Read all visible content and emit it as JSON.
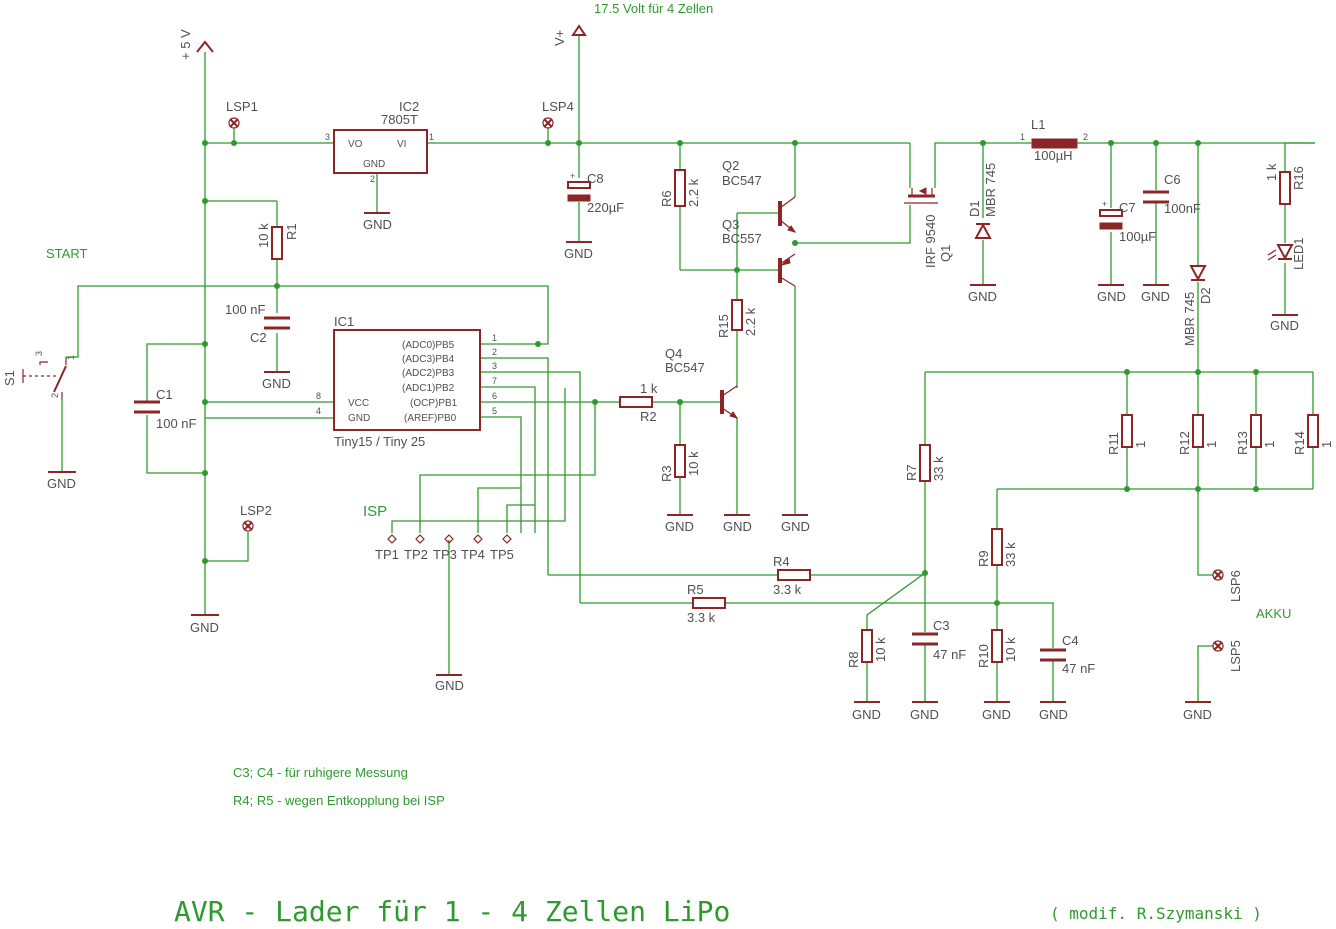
{
  "title": "AVR - Lader für 1 - 4 Zellen LiPo",
  "signature": "( modif. R.Szymanski )",
  "header_note": "17.5 Volt     für 4 Zellen",
  "notes": [
    "C3; C4  -  für ruhigere Messung",
    "R4; R5   -   wegen Entkopplung bei ISP"
  ],
  "section_labels": {
    "start": "START",
    "isp": "ISP",
    "akku": "AKKU"
  },
  "supplies": {
    "plus5": "+ 5 V",
    "vplus": "V+"
  },
  "gnd": "GND",
  "ic1": {
    "name": "IC1",
    "subtitle": "Tiny15 / Tiny 25",
    "pins_right": [
      "(ADC0)PB5",
      "(ADC3)PB4",
      "(ADC2)PB3",
      "(ADC1)PB2",
      "(OCP)PB1",
      "(AREF)PB0"
    ],
    "pins_right_nums": [
      "1",
      "2",
      "3",
      "7",
      "6",
      "5"
    ],
    "pins_left": [
      "VCC",
      "GND"
    ],
    "pins_left_nums": [
      "8",
      "4"
    ]
  },
  "ic2": {
    "name": "IC2",
    "value": "7805T",
    "vo": "VO",
    "vi": "VI",
    "gnd": "GND",
    "pin_vo": "3",
    "pin_vi": "1",
    "pin_gnd": "2"
  },
  "switch": {
    "name": "S1",
    "pin1": "1",
    "pin2": "2",
    "pin3": "3"
  },
  "lsp": [
    "LSP1",
    "LSP2",
    "LSP4",
    "LSP5",
    "LSP6"
  ],
  "testpoints": [
    "TP1",
    "TP2",
    "TP3",
    "TP4",
    "TP5"
  ],
  "resistors": {
    "R1": "10 k",
    "R2": "1 k",
    "R3": "10 k",
    "R4": "3.3 k",
    "R5": "3.3 k",
    "R6": "2.2 k",
    "R7": "33 k",
    "R8": "10 k",
    "R9": "33 k",
    "R10": "10 k",
    "R11": "1",
    "R12": "1",
    "R13": "1",
    "R14": "1",
    "R15": "2.2 k",
    "R16": "1 k"
  },
  "capacitors": {
    "C1": "100 nF",
    "C2": "100 nF",
    "C3": "47 nF",
    "C4": "47 nF",
    "C6": "100nF",
    "C7": "100µF",
    "C8": "220µF"
  },
  "transistors": {
    "Q1": "IRF 9540",
    "Q2": "BC547",
    "Q3": "BC557",
    "Q4": "BC547"
  },
  "diodes": {
    "D1": "MBR 745",
    "D2": "MBR 745",
    "LED1": "LED1"
  },
  "inductor": {
    "name": "L1",
    "value": "100µH",
    "pin1": "1",
    "pin2": "2"
  }
}
